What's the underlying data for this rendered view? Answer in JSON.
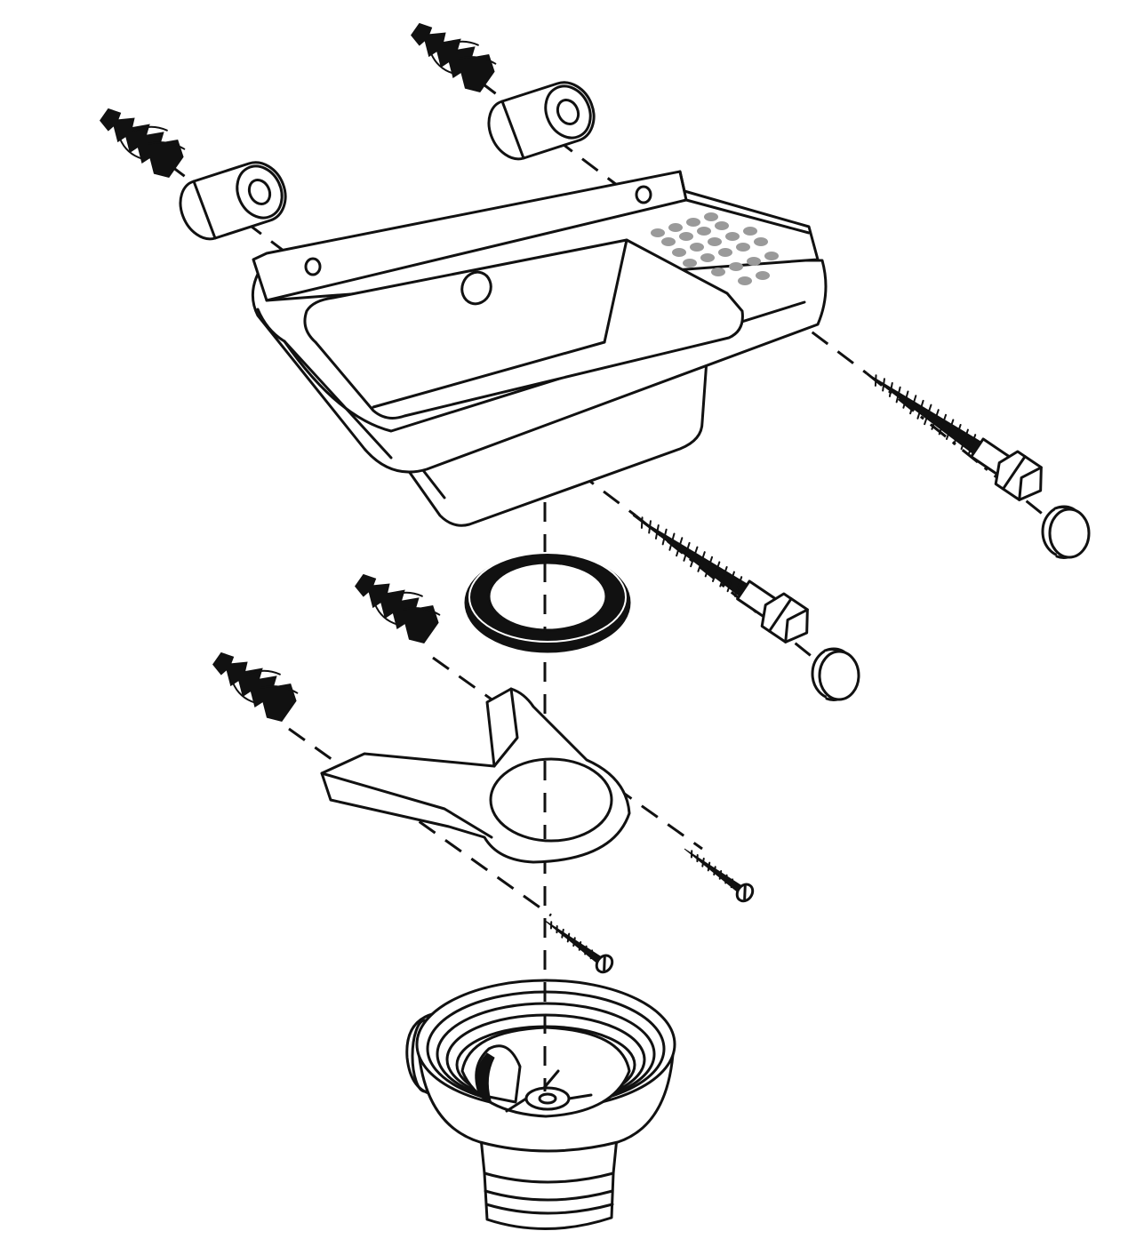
{
  "figure": {
    "type": "exploded-assembly-diagram",
    "parts": [
      {
        "id": "wall-plug",
        "count": 4
      },
      {
        "id": "spacer-sleeve",
        "count": 2
      },
      {
        "id": "sink-basin",
        "count": 1
      },
      {
        "id": "lag-screw",
        "count": 2
      },
      {
        "id": "screw-cap",
        "count": 2
      },
      {
        "id": "sealing-ring",
        "count": 1
      },
      {
        "id": "support-bracket",
        "count": 1
      },
      {
        "id": "bracket-screw",
        "count": 2
      },
      {
        "id": "drain-strainer",
        "count": 1
      }
    ],
    "colors": {
      "line": "#111111",
      "background": "#ffffff",
      "perforation": "#9a9a9a"
    }
  }
}
